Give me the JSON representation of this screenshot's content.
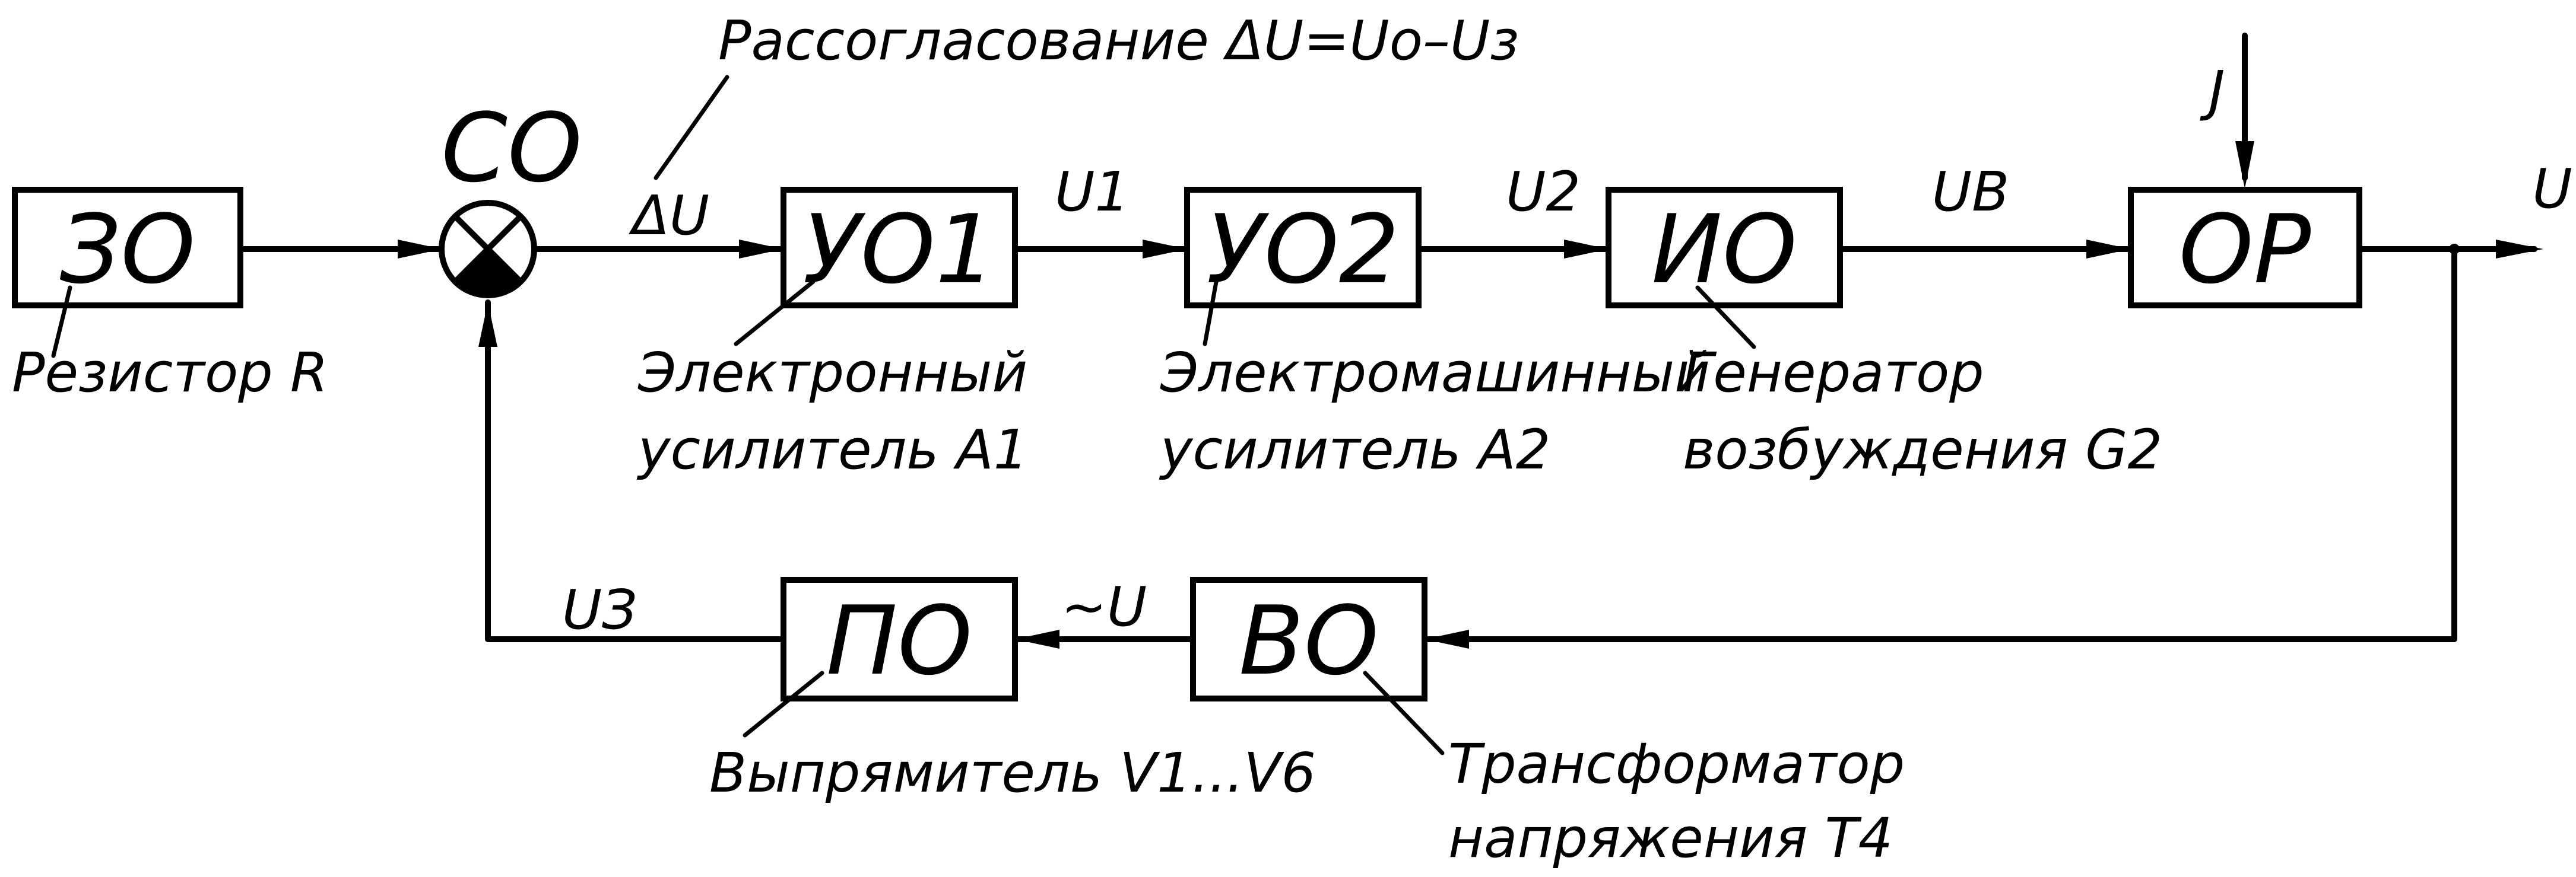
{
  "blocks": {
    "zo": "ЗО",
    "co": "СО",
    "uo1": "УО1",
    "uo2": "УО2",
    "io": "ИО",
    "op": "ОР",
    "vo": "ВО",
    "po": "ПО"
  },
  "signals": {
    "delta_u": "ΔU",
    "u1": "U1",
    "u2": "U2",
    "uv": "UВ",
    "u_out": "U",
    "j": "J",
    "tilde_u": "~U",
    "u3": "UЗ"
  },
  "annotations": {
    "mismatch": "Рассогласование ΔU=Uо–Uз",
    "resistor": "Резистор R",
    "amp1_line1": "Электронный",
    "amp1_line2": "усилитель А1",
    "amp2_line1": "Электромашинный",
    "amp2_line2": "усилитель А2",
    "gen_line1": "Генератор",
    "gen_line2": "возбуждения G2",
    "rectifier": "Выпрямитель V1...V6",
    "trans_line1": "Трансформатор",
    "trans_line2": "напряжения Т4"
  }
}
